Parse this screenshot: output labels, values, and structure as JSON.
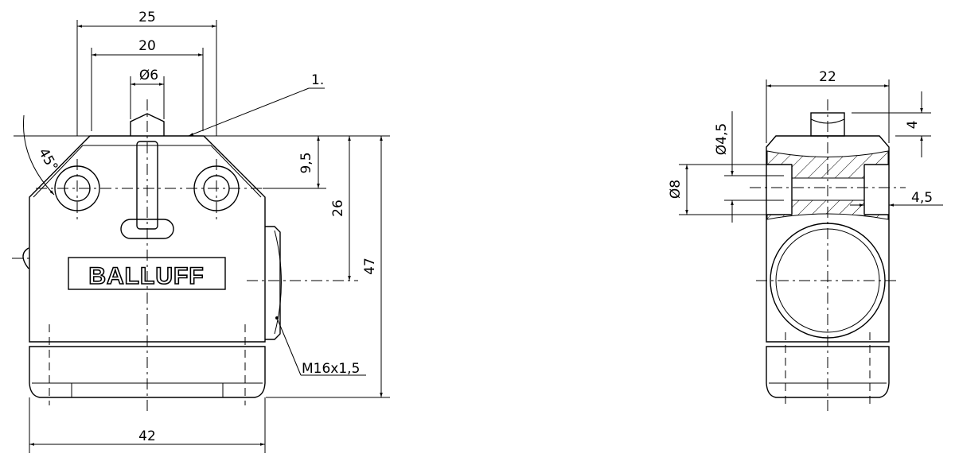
{
  "drawing": {
    "brand_logo": "BALLUFF",
    "front_view": {
      "dim_overall_top": "25",
      "dim_hole_spacing": "20",
      "dim_plunger_diameter": "Ø6",
      "callout": "1.",
      "angle": "45°",
      "dim_hole_height": "9,5",
      "dim_connector_height": "26",
      "dim_total_height": "47",
      "dim_width": "42",
      "thread_label": "M16x1,5"
    },
    "side_view": {
      "dim_width": "22",
      "dim_plunger_height": "4",
      "dim_hole_diameter": "Ø4,5",
      "dim_counterbore_diameter": "Ø8",
      "dim_counterbore_depth": "4,5"
    }
  }
}
